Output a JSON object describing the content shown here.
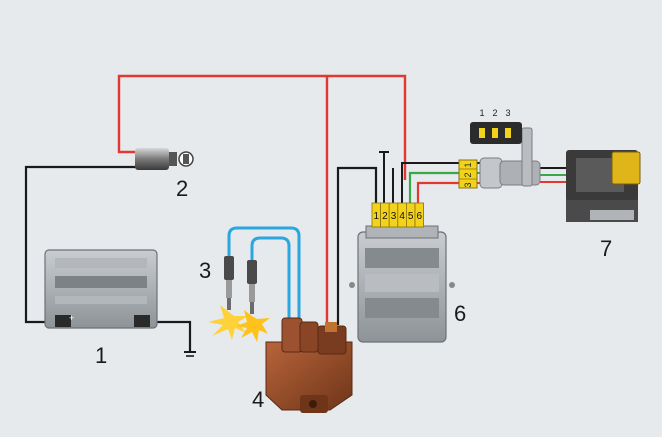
{
  "labels": {
    "battery": "1",
    "ignition_switch": "2",
    "spark_plugs": "3",
    "ignition_coil": "4",
    "ecu": "6",
    "crank_sensor": "7"
  },
  "ecu_pins": [
    "1",
    "2",
    "3",
    "4",
    "5",
    "6"
  ],
  "sensor_plug_pins": [
    "1",
    "2",
    "3"
  ],
  "connector_pin_header": [
    "1",
    "2",
    "3"
  ],
  "colors": {
    "background": "#e6eaed",
    "wire_black": "#1a1a1a",
    "wire_red": "#e2382f",
    "wire_blue": "#2aa7df",
    "wire_green": "#38a84a",
    "pin_yellow": "#f2d21a",
    "component_gray": "#9a9ea3",
    "coil_brown": "#8f4a2b"
  },
  "icons": [
    "battery-icon",
    "ignition-switch-icon",
    "spark-plug-icon",
    "ignition-coil-icon",
    "ecu-icon",
    "sensor-icon",
    "ground-icon",
    "spark-icon"
  ]
}
